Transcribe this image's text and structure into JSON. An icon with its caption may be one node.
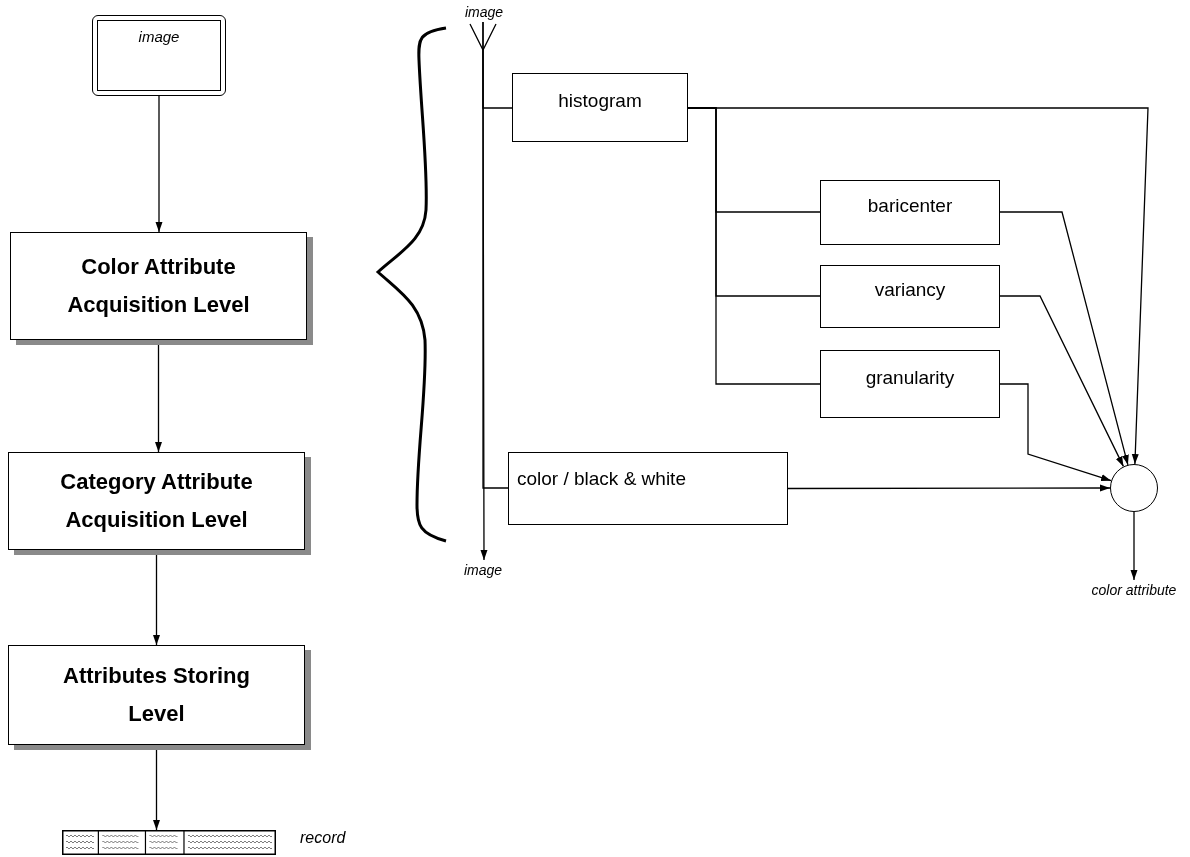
{
  "diagram": {
    "nodes": [
      {
        "text": [
          "image"
        ]
      },
      {
        "text": [
          "Color Attribute Acquisition Level"
        ]
      },
      {
        "text": [
          "Category Attribute Acquisition Level"
        ]
      },
      {
        "text": [
          "Attributes Storing Level"
        ]
      },
      {
        "text": [],
        "shape": "bar",
        "beside": [
          "record"
        ]
      },
      {
        "text": [
          "image"
        ]
      },
      {
        "text": [
          "histogram"
        ]
      },
      {
        "text": [
          "baricenter"
        ]
      },
      {
        "text": [
          "variancy"
        ]
      },
      {
        "text": [
          "granularity"
        ]
      },
      {
        "text": [
          "color / black & white"
        ]
      },
      {
        "text": [],
        "shape": "circle"
      },
      {
        "text": [
          "color attribute"
        ]
      },
      {
        "text": [
          "image"
        ]
      }
    ],
    "edges": [
      {
        "from": 0,
        "to": 1,
        "arrow": "to"
      },
      {
        "from": 1,
        "to": 2,
        "arrow": "to"
      },
      {
        "from": 2,
        "to": 3,
        "arrow": "to"
      },
      {
        "from": 3,
        "to": 4,
        "arrow": "to"
      },
      {
        "from": 5,
        "to": 13,
        "arrow": "to"
      },
      {
        "from": 5,
        "to": 6,
        "arrow": "none"
      },
      {
        "from": 5,
        "to": 10,
        "arrow": "none"
      },
      {
        "from": 6,
        "to": 11,
        "arrow": "to"
      },
      {
        "from": 6,
        "to": 7,
        "arrow": "none"
      },
      {
        "from": 6,
        "to": 8,
        "arrow": "none"
      },
      {
        "from": 6,
        "to": 9,
        "arrow": "none"
      },
      {
        "from": 7,
        "to": 11,
        "arrow": "to"
      },
      {
        "from": 8,
        "to": 11,
        "arrow": "to"
      },
      {
        "from": 9,
        "to": 11,
        "arrow": "to"
      },
      {
        "from": 10,
        "to": 11,
        "arrow": "to"
      },
      {
        "from": 11,
        "to": 12,
        "arrow": "to"
      }
    ]
  }
}
